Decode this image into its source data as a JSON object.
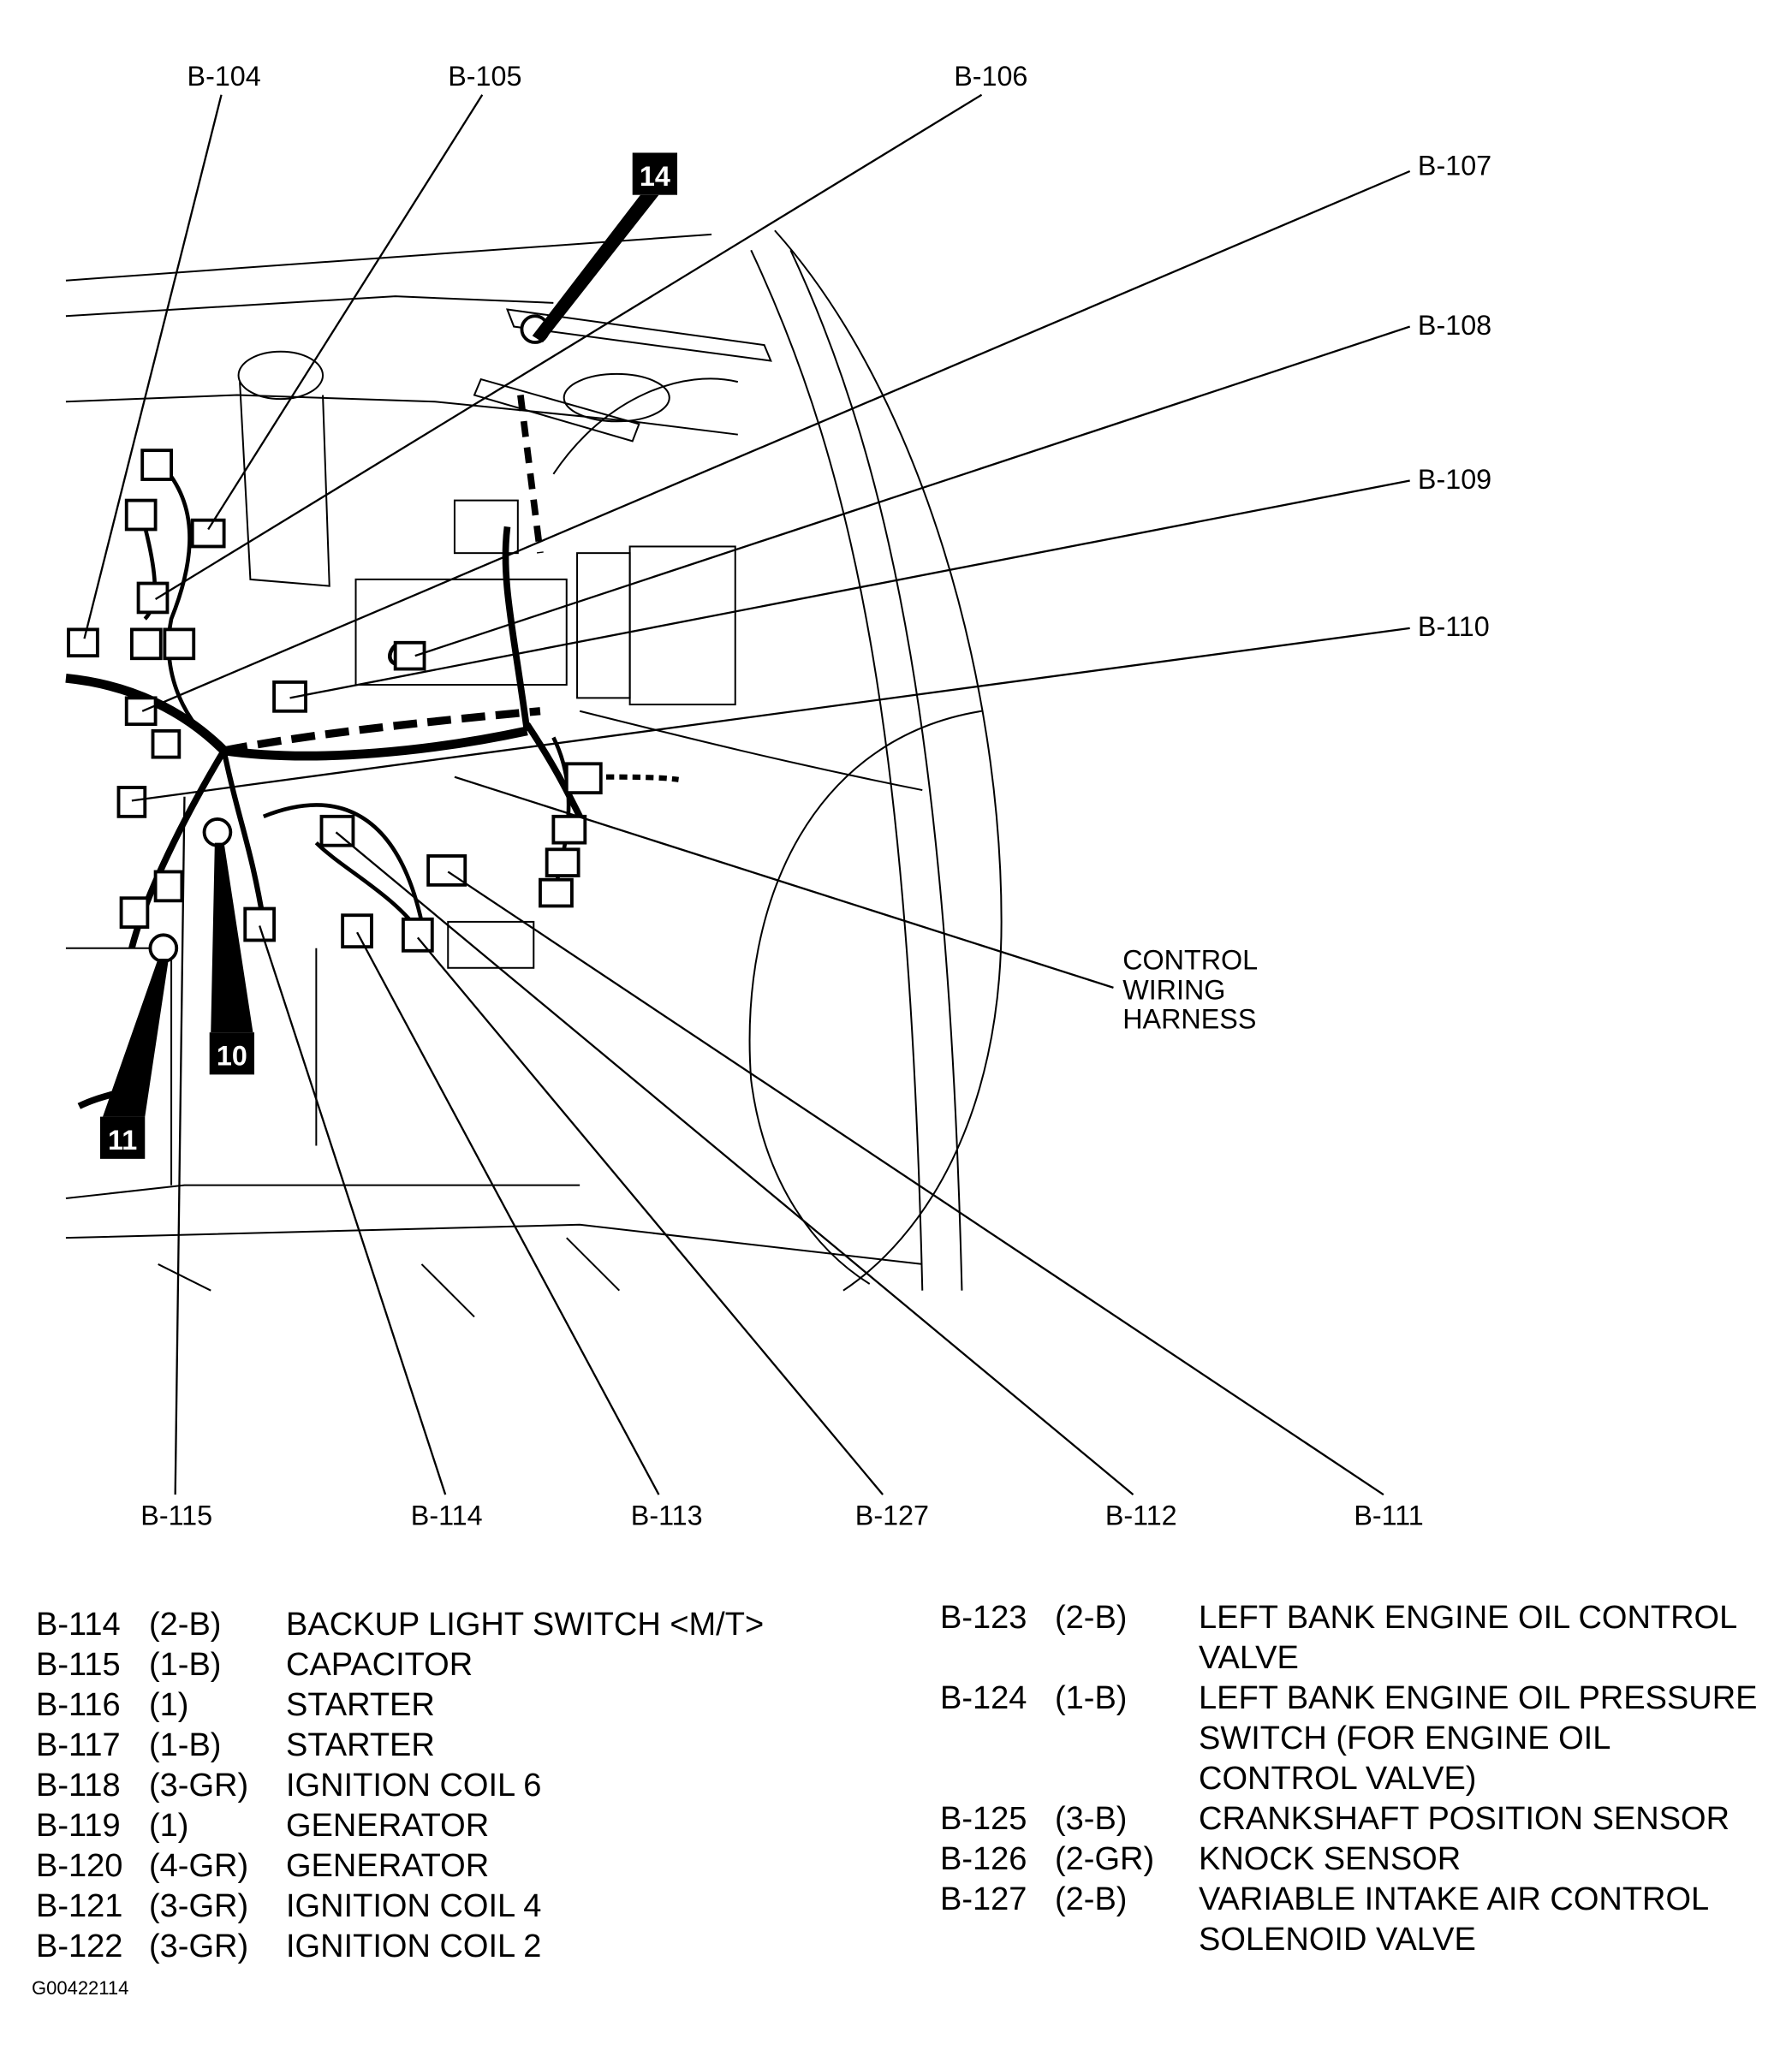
{
  "diagram": {
    "callouts_top": [
      "B-104",
      "B-105",
      "B-106"
    ],
    "callouts_right": [
      "B-107",
      "B-108",
      "B-109",
      "B-110"
    ],
    "callouts_bottom": [
      "B-115",
      "B-114",
      "B-113",
      "B-127",
      "B-112",
      "B-111"
    ],
    "harness_label": [
      "CONTROL",
      "WIRING",
      "HARNESS"
    ],
    "badges": [
      "14",
      "10",
      "11"
    ]
  },
  "legend_left": [
    {
      "code": "B-114",
      "pins": "(2-B)",
      "desc": "BACKUP LIGHT SWITCH <M/T>"
    },
    {
      "code": "B-115",
      "pins": "(1-B)",
      "desc": "CAPACITOR"
    },
    {
      "code": "B-116",
      "pins": "(1)",
      "desc": "STARTER"
    },
    {
      "code": "B-117",
      "pins": "(1-B)",
      "desc": "STARTER"
    },
    {
      "code": "B-118",
      "pins": "(3-GR)",
      "desc": "IGNITION COIL 6"
    },
    {
      "code": "B-119",
      "pins": "(1)",
      "desc": "GENERATOR"
    },
    {
      "code": "B-120",
      "pins": "(4-GR)",
      "desc": "GENERATOR"
    },
    {
      "code": "B-121",
      "pins": "(3-GR)",
      "desc": "IGNITION COIL 4"
    },
    {
      "code": "B-122",
      "pins": "(3-GR)",
      "desc": "IGNITION COIL 2"
    }
  ],
  "legend_right": [
    {
      "code": "B-123",
      "pins": "(2-B)",
      "desc": "LEFT BANK ENGINE OIL CONTROL VALVE"
    },
    {
      "code": "B-124",
      "pins": "(1-B)",
      "desc": "LEFT BANK ENGINE OIL PRESSURE SWITCH (FOR ENGINE OIL CONTROL VALVE)"
    },
    {
      "code": "B-125",
      "pins": "(3-B)",
      "desc": "CRANKSHAFT POSITION SENSOR"
    },
    {
      "code": "B-126",
      "pins": "(2-GR)",
      "desc": "KNOCK SENSOR"
    },
    {
      "code": "B-127",
      "pins": "(2-B)",
      "desc": "VARIABLE INTAKE AIR CONTROL SOLENOID VALVE"
    }
  ],
  "figure_id": "G00422114"
}
